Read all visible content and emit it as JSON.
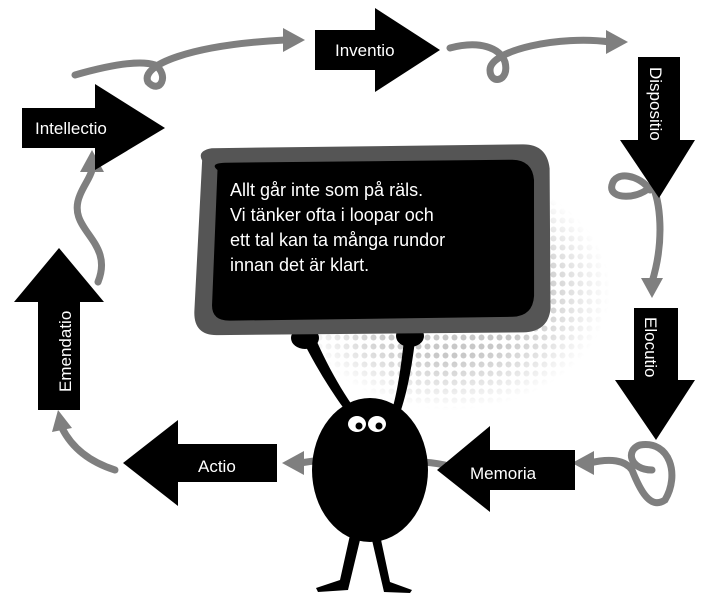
{
  "steps": {
    "inventio": "Inventio",
    "dispositio": "Dispositio",
    "elocutio": "Elocutio",
    "memoria": "Memoria",
    "actio": "Actio",
    "emendatio": "Emendatio",
    "intellectio": "Intellectio"
  },
  "sign": {
    "lines": [
      "Allt går inte som på räls.",
      "Vi tänker ofta i loopar och",
      "ett tal kan ta många rundor",
      "innan det är klart."
    ]
  },
  "colors": {
    "arrow_fill": "#000000",
    "loop_arrow": "#7f7f7f",
    "sign_frame": "#555555",
    "halftone": "#c8c8c8"
  }
}
